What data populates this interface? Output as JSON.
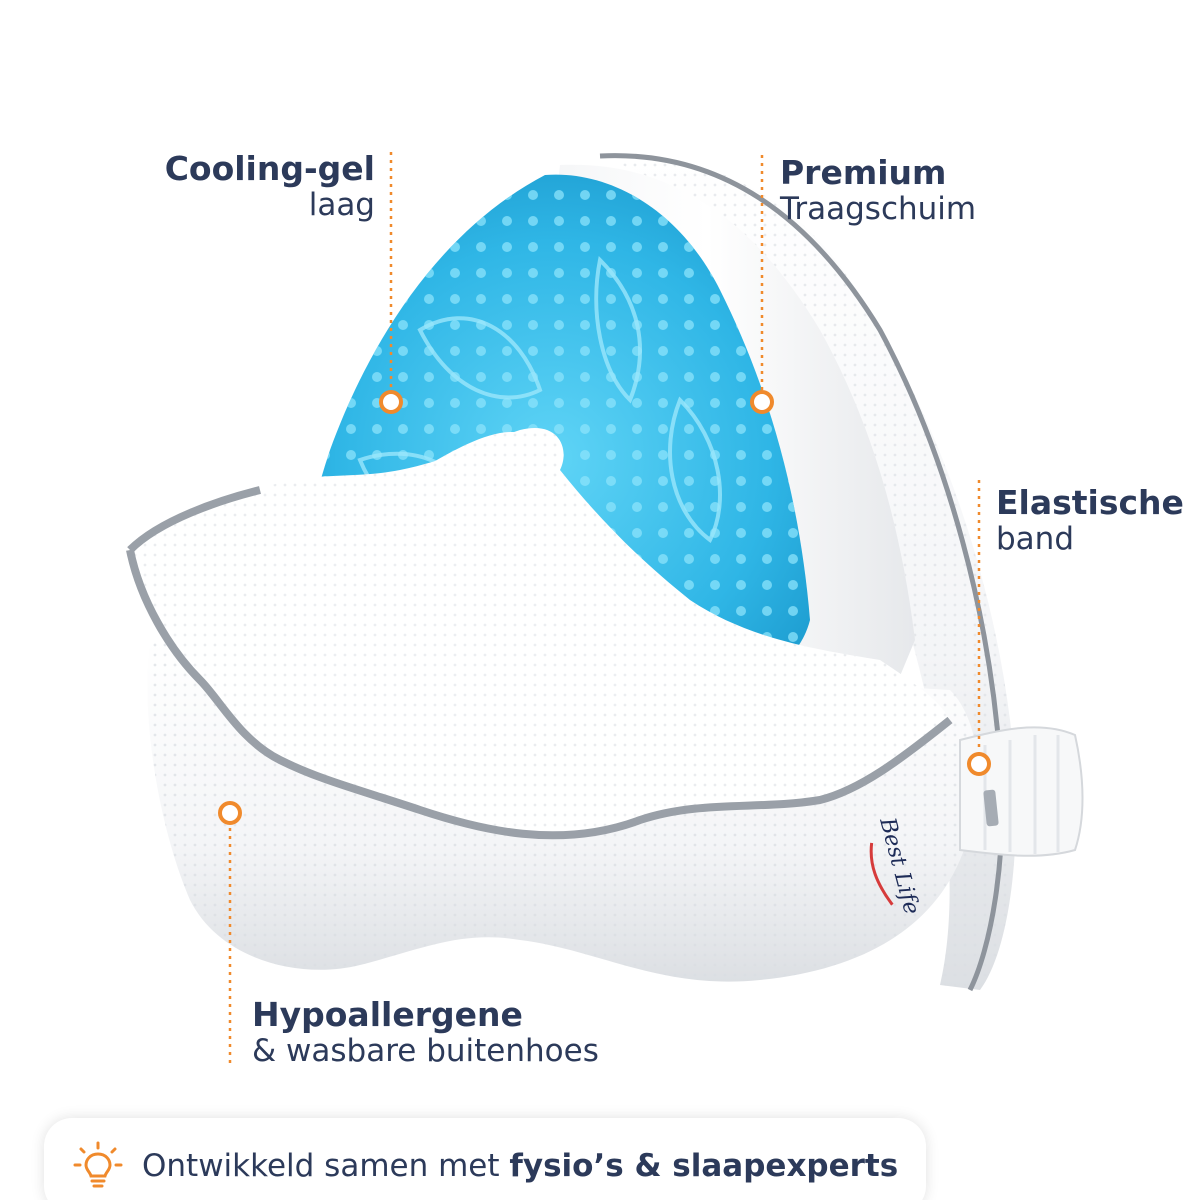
{
  "callouts": {
    "cooling": {
      "title": "Cooling-gel",
      "sub": "laag"
    },
    "premium": {
      "title": "Premium",
      "sub": "Traagschuim"
    },
    "elastic": {
      "title": "Elastische",
      "sub": "band"
    },
    "hypo": {
      "title": "Hypoallergene",
      "sub": "& wasbare buitenhoes"
    }
  },
  "footer": {
    "text_prefix": "Ontwikkeld samen met ",
    "text_bold": "fysio’s & slaapexperts",
    "icon": "lightbulb-icon"
  },
  "product": {
    "logo_text": "Best Life"
  },
  "colors": {
    "accent": "#f08a2c",
    "text": "#2c3a5a",
    "gel": "#3cc3ee",
    "piping": "#9aa0a8"
  }
}
